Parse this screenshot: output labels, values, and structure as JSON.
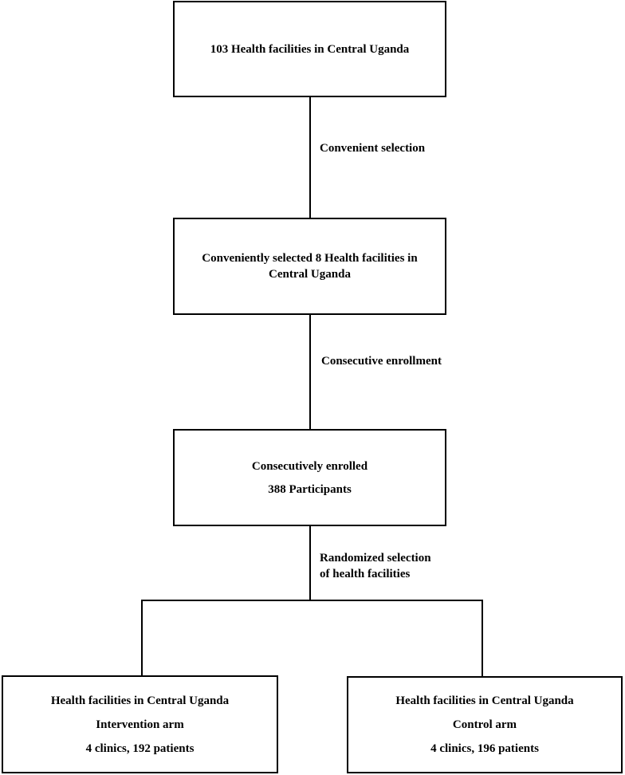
{
  "boxes": {
    "top": {
      "line1": "103 Health facilities in Central Uganda"
    },
    "selected": {
      "line1": "Conveniently selected 8 Health facilities in",
      "line2": "Central Uganda"
    },
    "enrolled": {
      "line1": "Consecutively enrolled",
      "line2": "388 Participants"
    },
    "intervention": {
      "line1": "Health facilities in Central Uganda",
      "line2": "Intervention arm",
      "line3": "4 clinics, 192 patients"
    },
    "control": {
      "line1": "Health facilities in Central Uganda",
      "line2": "Control arm",
      "line3": "4 clinics, 196 patients"
    }
  },
  "edges": {
    "selection": {
      "label": "Convenient selection"
    },
    "enrollment": {
      "label": "Consecutive enrollment"
    },
    "randomization": {
      "line1": "Randomized selection",
      "line2": "of health facilities"
    }
  }
}
